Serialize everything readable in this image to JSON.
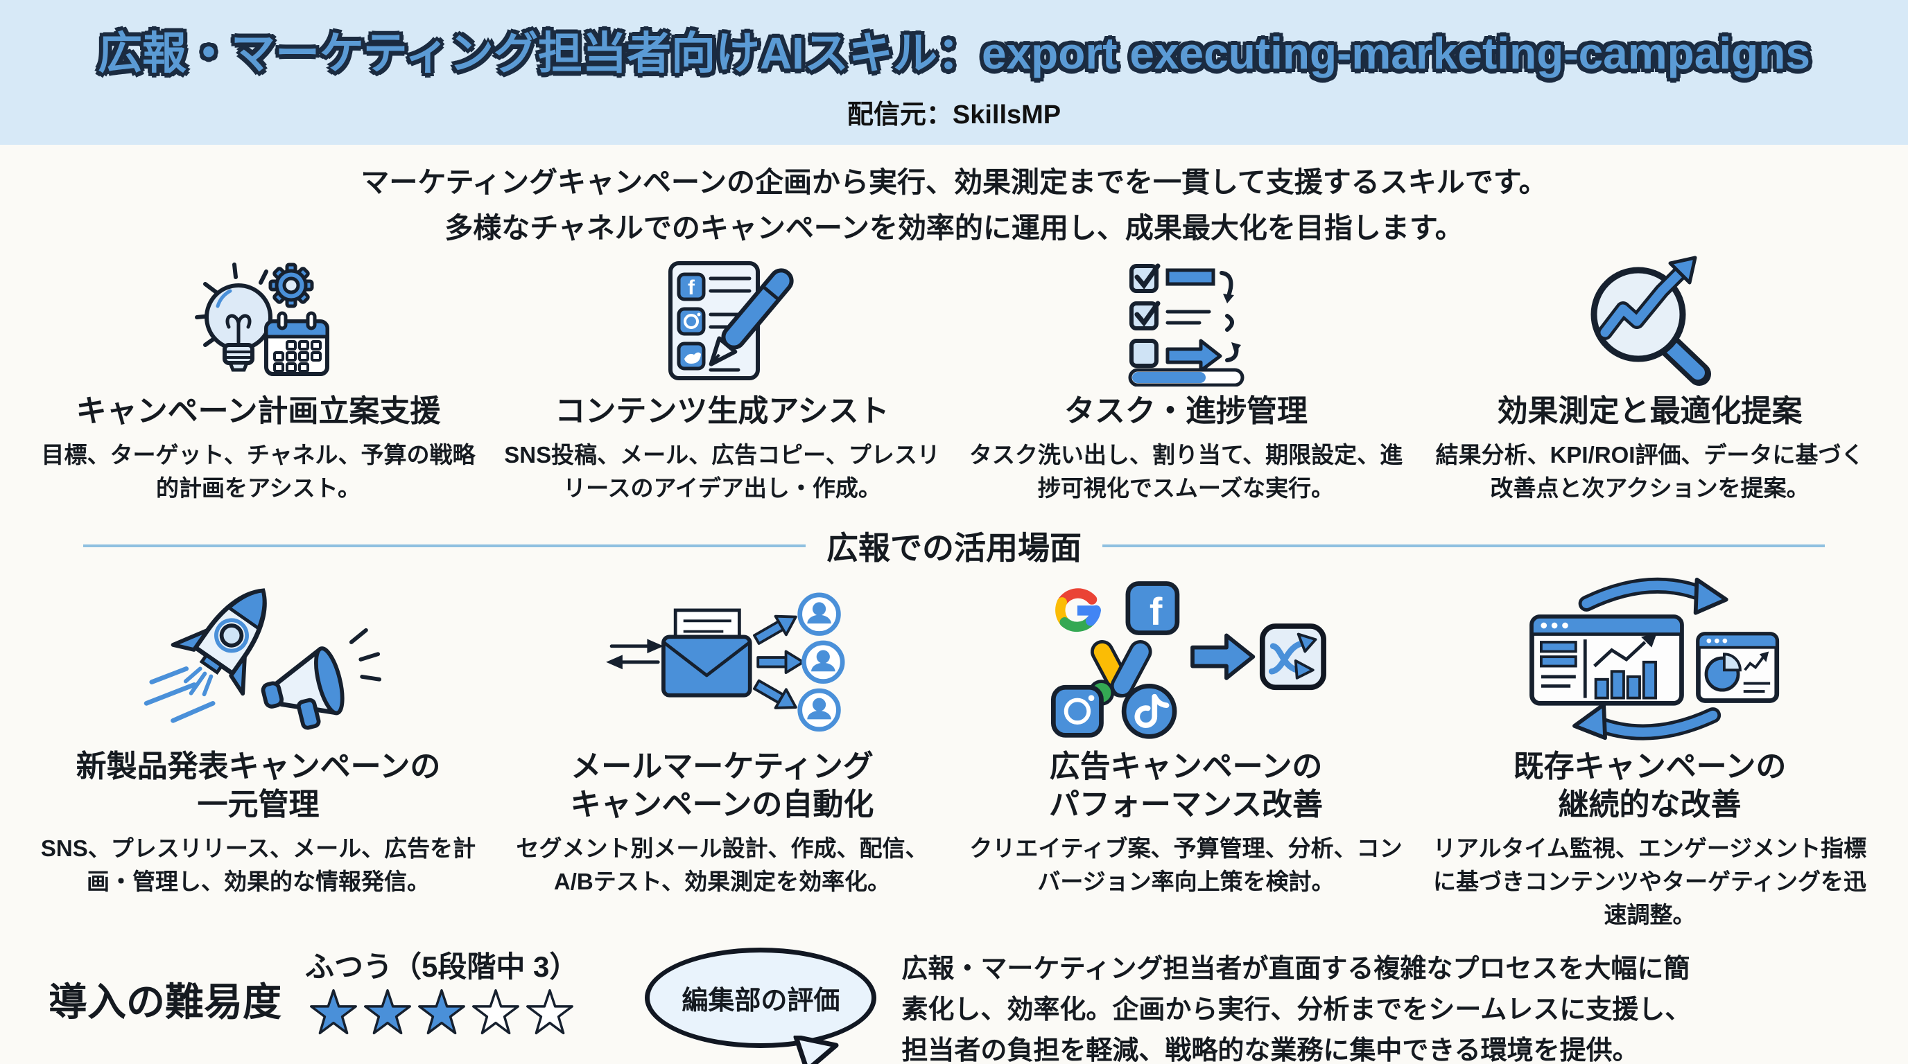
{
  "header": {
    "title": "広報・マーケティング担当者向けAIスキル：export executing-marketing-campaigns",
    "source": "配信元：SkillsMP"
  },
  "intro": {
    "line1": "マーケティングキャンペーンの企画から実行、効果測定までを一貫して支援するスキルです。",
    "line2": "多様なチャネルでのキャンペーンを効率的に運用し、成果最大化を目指します。"
  },
  "features": [
    {
      "icon": "lightbulb-gear-calendar-icon",
      "title": "キャンペーン計画立案支援",
      "description": "目標、ターゲット、チャネル、予算の戦略的計画をアシスト。"
    },
    {
      "icon": "content-pen-document-icon",
      "title": "コンテンツ生成アシスト",
      "description": "SNS投稿、メール、広告コピー、プレスリリースのアイデア出し・作成。"
    },
    {
      "icon": "task-checklist-progress-icon",
      "title": "タスク・進捗管理",
      "description": "タスク洗い出し、割り当て、期限設定、進捗可視化でスムーズな実行。"
    },
    {
      "icon": "magnifier-growth-arrow-icon",
      "title": "効果測定と最適化提案",
      "description": "結果分析、KPI/ROI評価、データに基づく改善点と次アクションを提案。"
    }
  ],
  "section_divider": {
    "title": "広報での活用場面"
  },
  "use_cases": [
    {
      "icon": "rocket-megaphone-icon",
      "title": "新製品発表キャンペーンの\n一元管理",
      "description": "SNS、プレスリリース、メール、広告を計画・管理し、効果的な情報発信。"
    },
    {
      "icon": "email-audience-icon",
      "title": "メールマーケティング\nキャンペーンの自動化",
      "description": "セグメント別メール設計、作成、配信、A/Bテスト、効果測定を効率化。"
    },
    {
      "icon": "ad-platforms-shuffle-icon",
      "title": "広告キャンペーンの\nパフォーマンス改善",
      "description": "クリエイティブ案、予算管理、分析、コンバージョン率向上策を検討。"
    },
    {
      "icon": "dashboard-refresh-icon",
      "title": "既存キャンペーンの\n継続的な改善",
      "description": "リアルタイム監視、エンゲージメント指標に基づきコンテンツやターゲティングを迅速調整。"
    }
  ],
  "difficulty": {
    "label": "導入の難易度",
    "level_text": "ふつう（5段階中 3）",
    "stars_filled": 3,
    "stars_total": 5
  },
  "editor_review": {
    "badge": "編集部の評価",
    "text": "広報・マーケティング担当者が直面する複雑なプロセスを大幅に簡素化し、効率化。企画から実行、分析までをシームレスに支援し、担当者の負担を軽減、戦略的な業務に集中できる環境を提供。"
  },
  "colors": {
    "header_bg": "#d7e9f7",
    "title_text": "#5b9bd5",
    "body_bg": "#fbfaf6",
    "text": "#151a20",
    "accent_blue": "#4a90d9",
    "light_blue": "#ddeaf7",
    "divider_line": "#8fc0e0",
    "star_filled": "#4a90d9",
    "bubble_bg": "#e9f3fc"
  }
}
